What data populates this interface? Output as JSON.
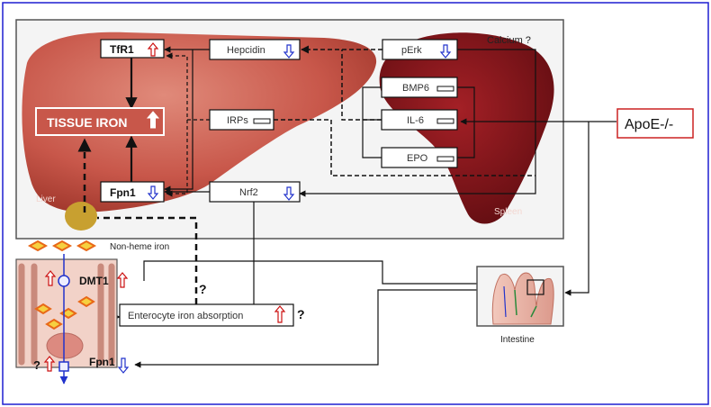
{
  "labels": {
    "tfr1": "TfR1",
    "hepcidin": "Hepcidin",
    "perk": "pErk",
    "calcium": "Calcium ?",
    "bmp6": "BMP6",
    "irps": "IRPs",
    "il6": "IL-6",
    "epo": "EPO",
    "tissue_iron": "TISSUE IRON",
    "fpn1_liver": "Fpn1",
    "nrf2": "Nrf2",
    "liver": "Liver",
    "spleen": "Spleen",
    "apoe": "ApoE-/-",
    "non_heme_iron": "Non-heme iron",
    "dmt1": "DMT1",
    "enterocyte_absorption": "Enterocyte iron absorption",
    "fpn1_enterocyte": "Fpn1",
    "intestine": "Intestine",
    "q_mark_1": "?",
    "q_mark_2": "?",
    "q_mark_3": "?"
  },
  "colors": {
    "frame_border": "#1f1fd0",
    "panel_border": "#555555",
    "liver": "#c8574a",
    "spleen": "#7e1418",
    "gallbladder": "#c8a030",
    "up_arrow": "#cc1111",
    "down_arrow": "#2233cc",
    "apoe_border": "#cc2222",
    "iron_diamond": "#e86818",
    "iron_diamond_fill": "#f6d040"
  },
  "icons": {
    "up": "up-arrow-icon",
    "down": "down-arrow-icon",
    "unchanged": "unchanged-bar-icon"
  }
}
